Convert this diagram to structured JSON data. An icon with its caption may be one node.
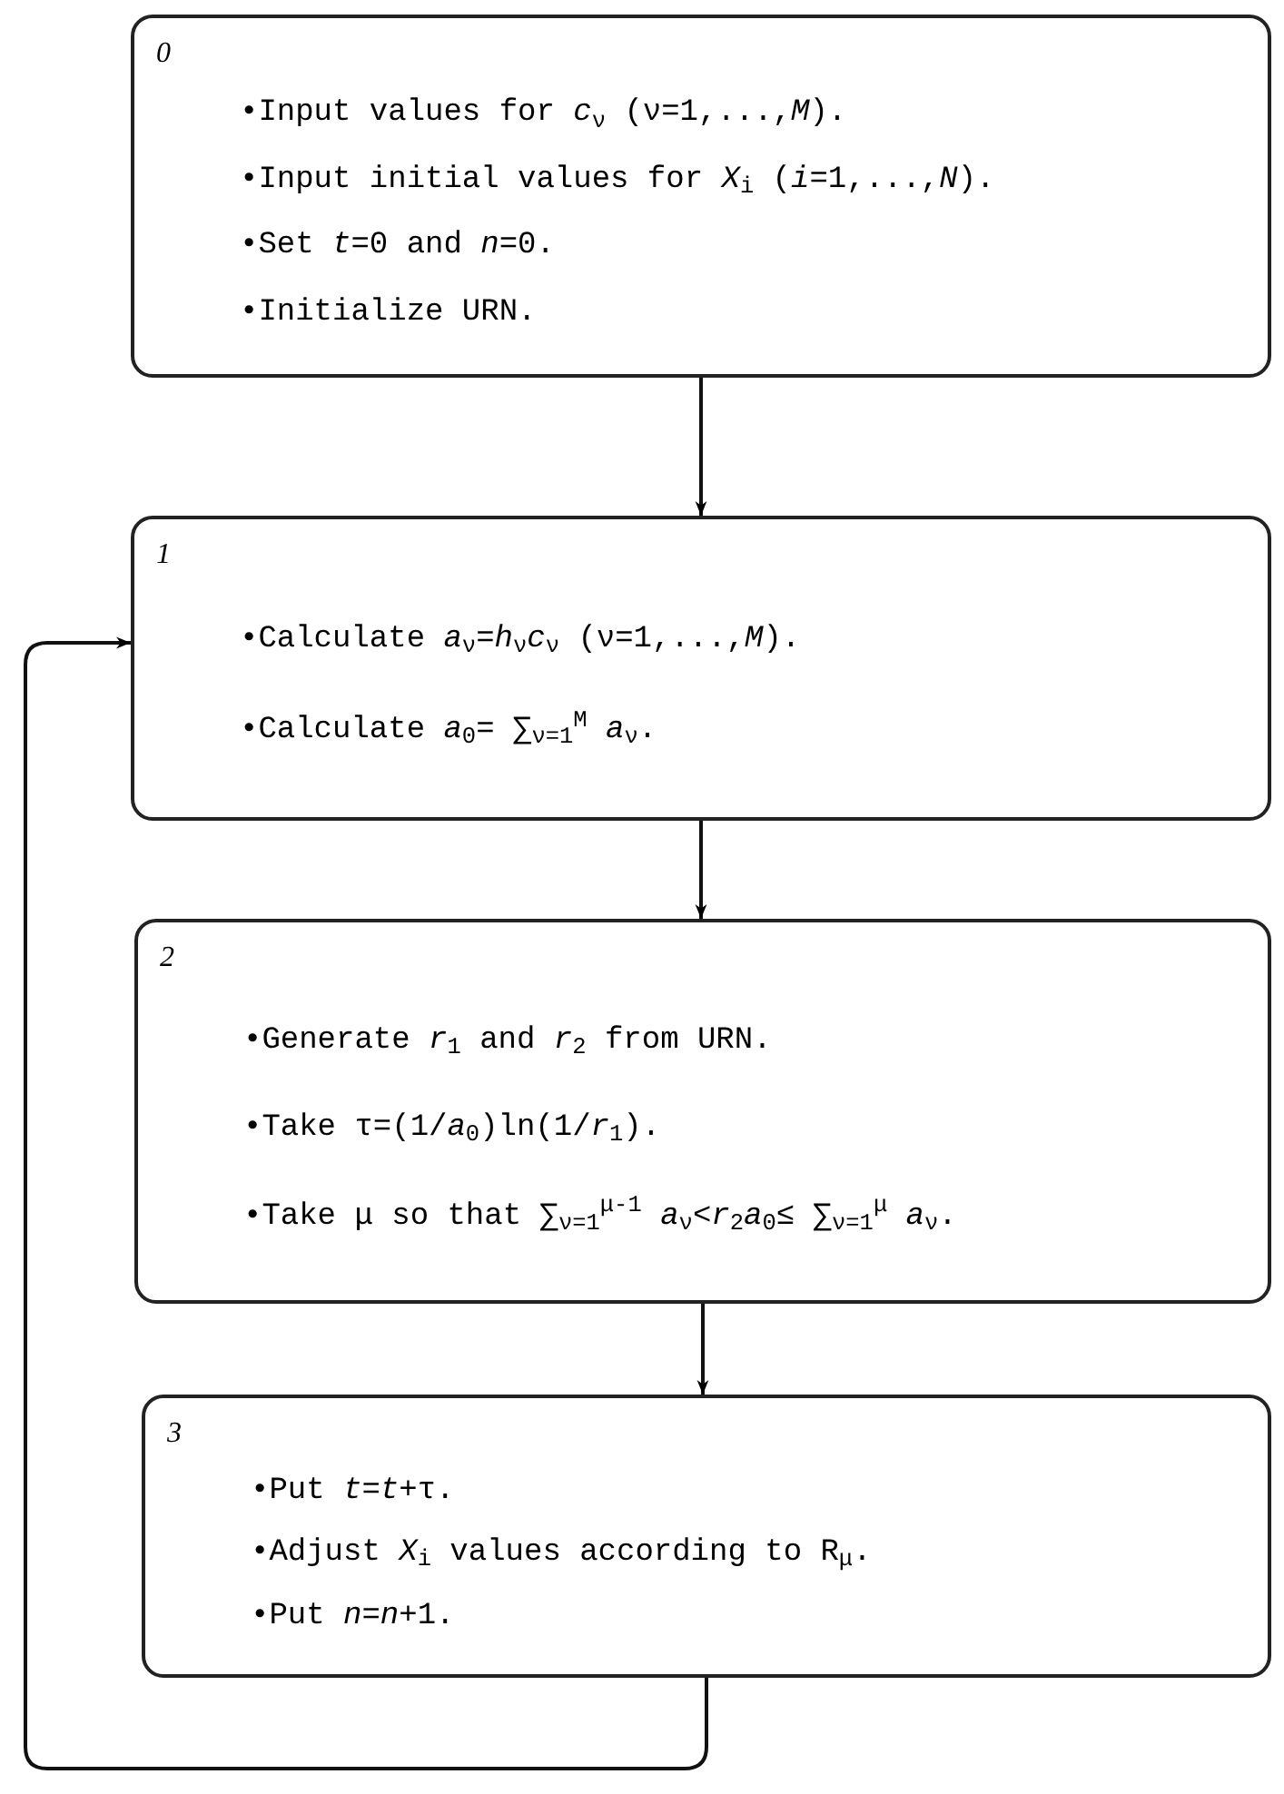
{
  "diagram": {
    "nodes": [
      {
        "text": [
          "0",
          "•Input values for *c*$_{ν}$ (ν=1,...,*M*).",
          "•Input initial values for *X*$_{i}$ (*i*=1,...,*N*).",
          "•Set *t*=0 and *n*=0.",
          "•Initialize URN."
        ]
      },
      {
        "text": [
          "1",
          "•Calculate *a*$_{ν}$=*h*$_{ν}$*c*$_{ν}$ (ν=1,...,*M*).",
          "•Calculate *a*$_{0}$= ∑$_{ν=1}$$^{M}$ *a*$_{ν}$."
        ]
      },
      {
        "text": [
          "2",
          "•Generate *r*$_{1}$ and *r*$_{2}$ from URN.",
          "•Take τ=(1/*a*$_{0}$)ln(1/*r*$_{1}$).",
          "•Take μ so that ∑$_{ν=1}$$^{μ-1}$ *a*$_{ν}$<*r*$_{2}$*a*$_{0}$≤ ∑$_{ν=1}$$^{μ}$ *a*$_{ν}$."
        ]
      },
      {
        "text": [
          "3",
          "•Put *t*=*t*+τ.",
          "•Adjust *X*$_{i}$ values according to R$_{μ}$.",
          "•Put *n*=*n*+1."
        ]
      }
    ],
    "edges": [
      {
        "from": 0,
        "to": 1,
        "arrow": "to"
      },
      {
        "from": 1,
        "to": 2,
        "arrow": "to"
      },
      {
        "from": 2,
        "to": 3,
        "arrow": "to"
      },
      {
        "from": 3,
        "to": 1,
        "arrow": "to"
      }
    ]
  }
}
